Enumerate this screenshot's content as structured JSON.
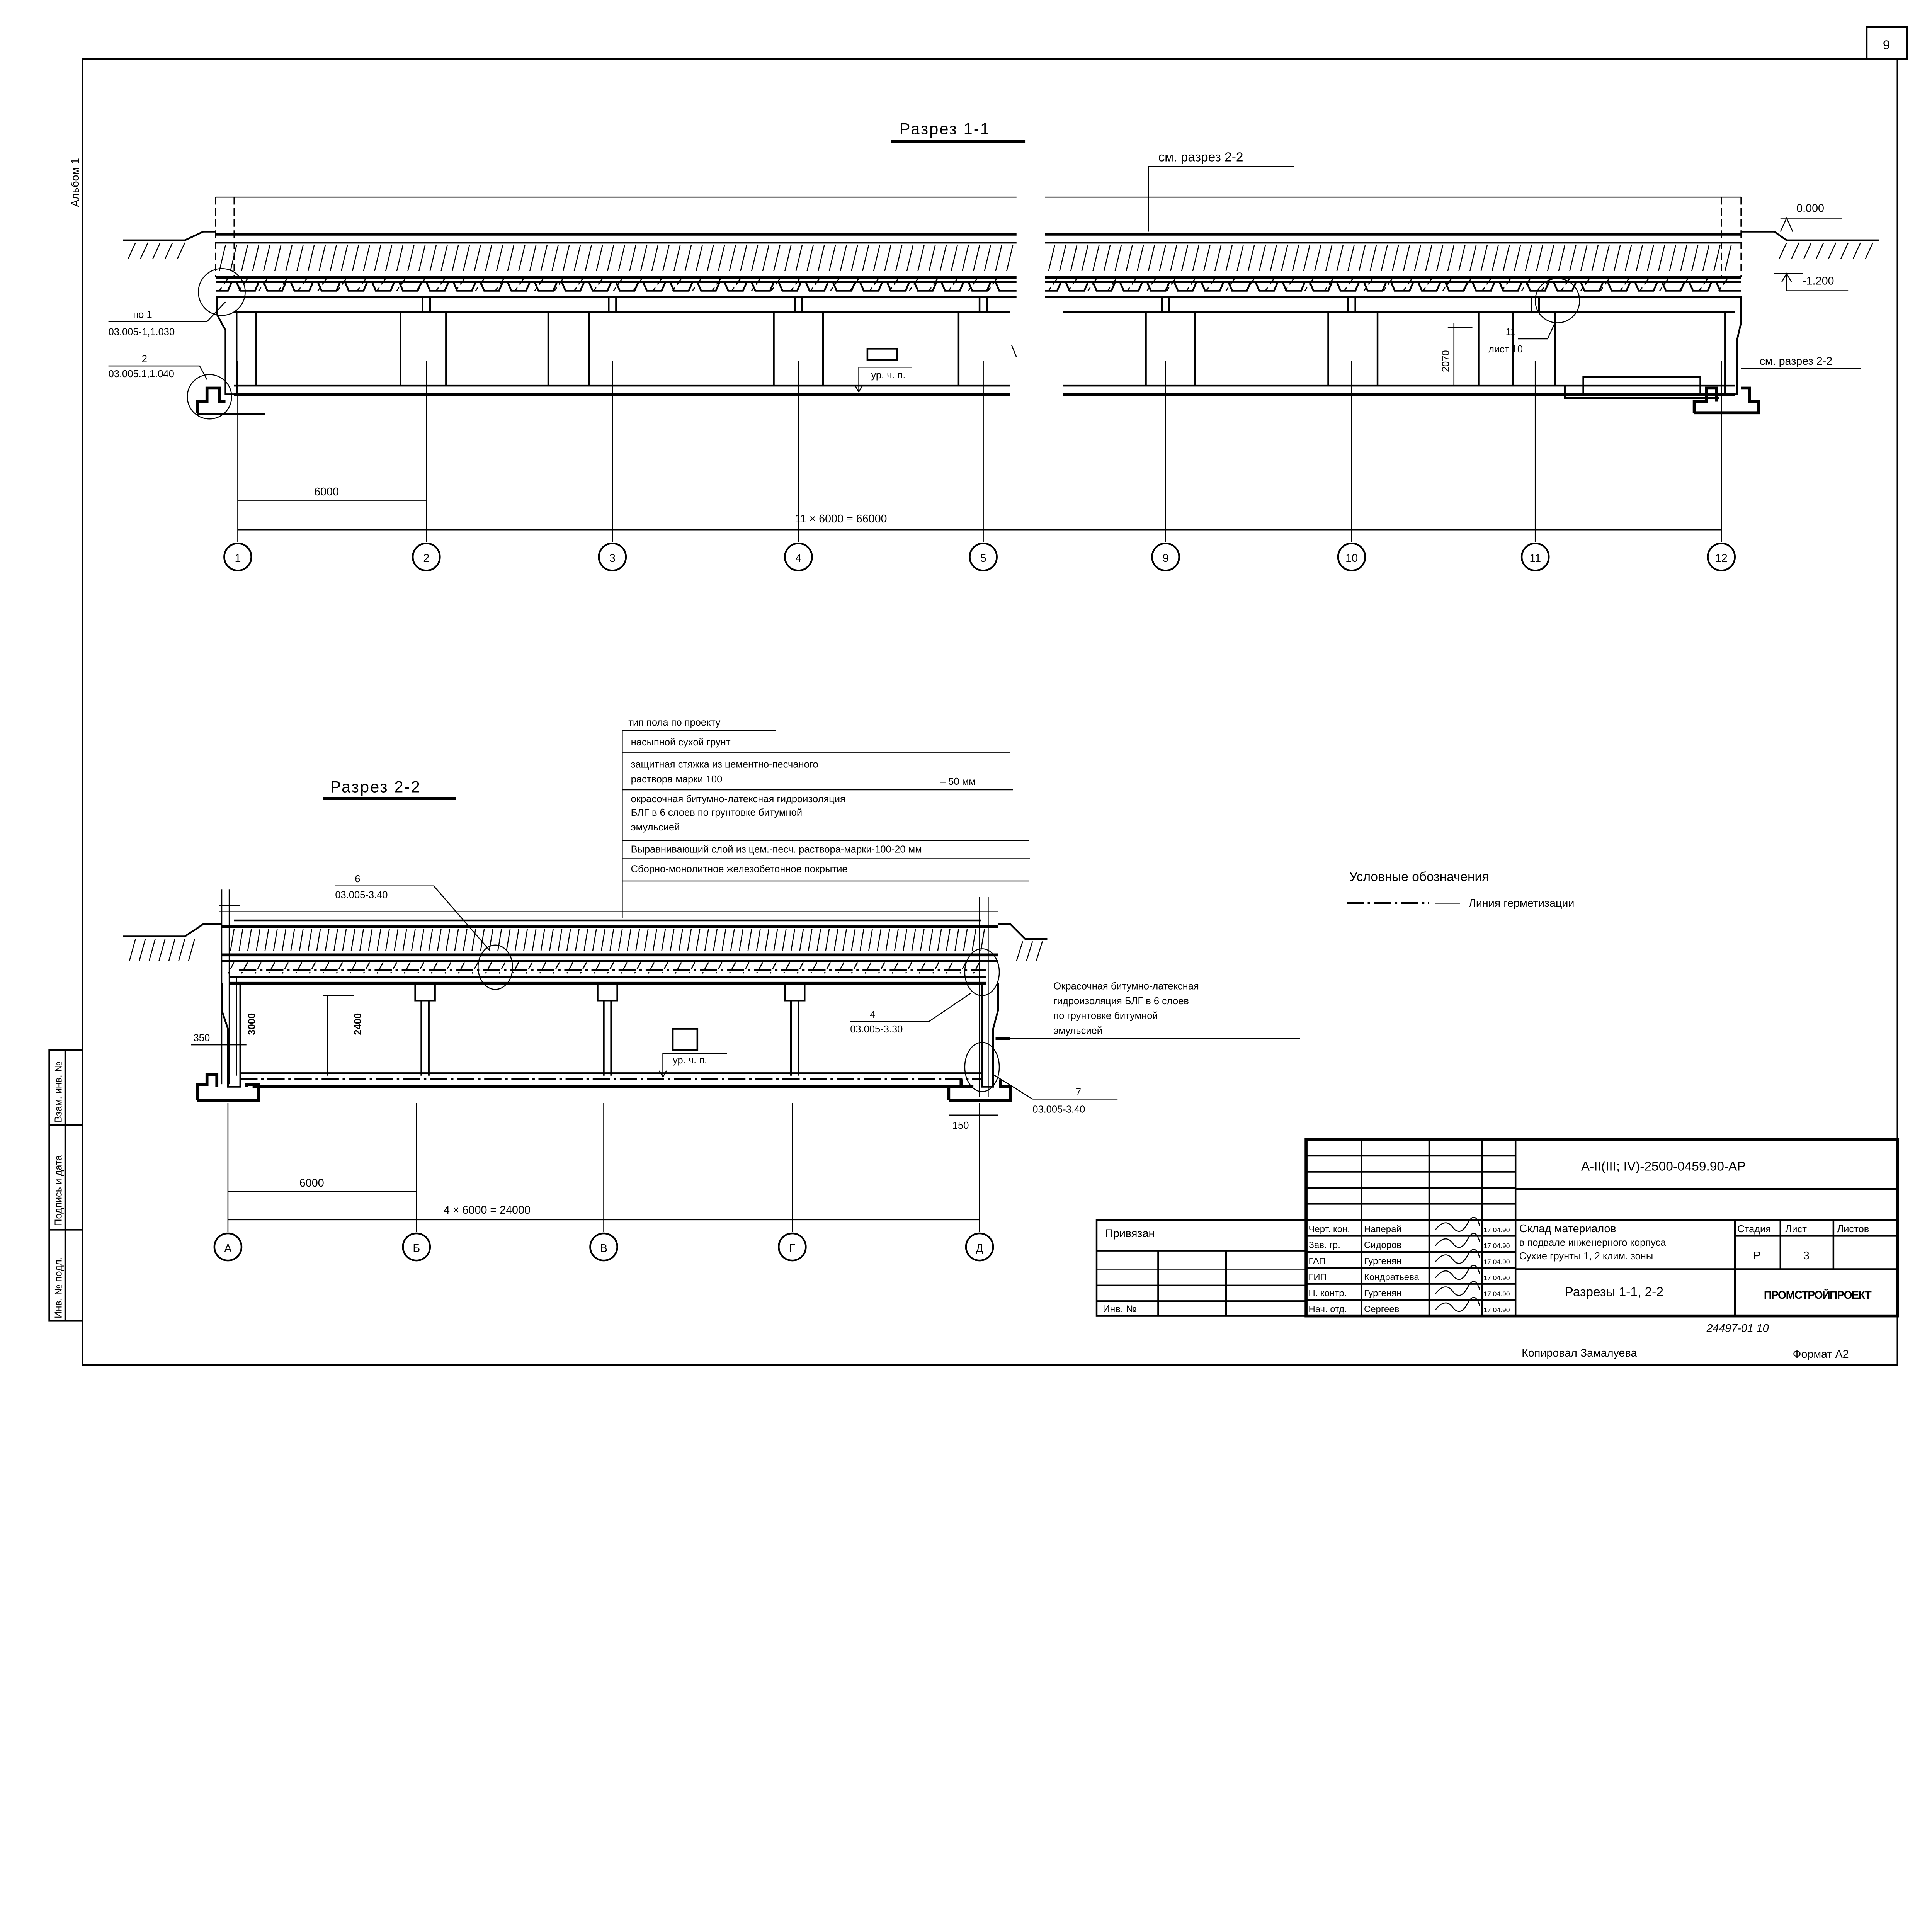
{
  "sheet_number": "9",
  "album": "Альбом 1",
  "section_1": {
    "title": "Разрез 1-1",
    "see_section_top": "см. разрез 2-2",
    "see_section_right": "см. разрез 2-2",
    "elevation_ground": "0.000",
    "elevation_slab": "-1.200",
    "callout_1_num": "по 1",
    "callout_1_ref": "03.005-1,1.030",
    "callout_2_num": "2",
    "callout_2_ref": "03.005.1,1.040",
    "callout_11_num": "11",
    "callout_11_ref": "лист 10",
    "height_dim": "2070",
    "floor_level": "ур. ч. п.",
    "dim_bay": "6000",
    "dim_total": "11 × 6000 = 66000",
    "axes": [
      "1",
      "2",
      "3",
      "4",
      "5",
      "9",
      "10",
      "11",
      "12"
    ]
  },
  "section_2": {
    "title": "Разрез 2-2",
    "callout_6_num": "6",
    "callout_6_ref": "03.005-3.40",
    "callout_4_num": "4",
    "callout_4_ref": "03.005-3.30",
    "callout_7_num": "7",
    "callout_7_ref": "03.005-3.40",
    "dim_350": "350",
    "dim_3000": "3000",
    "dim_2400": "2400",
    "dim_150": "150",
    "floor_level": "ур. ч. п.",
    "dim_bay": "6000",
    "dim_total": "4 × 6000 = 24000",
    "axes": [
      "А",
      "Б",
      "В",
      "Г",
      "Д"
    ],
    "waterproofing_note": [
      "Окрасочная битумно-латексная",
      "гидроизоляция БЛГ в 6 слоев",
      "по грунтовке битумной",
      "эмульсией"
    ]
  },
  "floor_layers": {
    "header": "тип пола по проекту",
    "layers": [
      {
        "lines": [
          "насыпной сухой грунт"
        ]
      },
      {
        "lines": [
          "защитная стяжка из цементно-песчаного",
          "раствора марки 100"
        ],
        "thickness": "– 50 мм"
      },
      {
        "lines": [
          "окрасочная битумно-латексная гидроизоляция",
          "БЛГ в 6 слоев по грунтовке битумной",
          "эмульсией"
        ]
      },
      {
        "lines": [
          "Выравнивающий слой из цем.-песч. раствора-марки-100-20 мм"
        ]
      },
      {
        "lines": [
          "Сборно-монолитное железобетонное покрытие"
        ]
      }
    ]
  },
  "legend": {
    "title": "Условные обозначения",
    "item": "Линия герметизации"
  },
  "side_stamp": [
    "Инв. № подл.",
    "Подпись и дата",
    "Взам. инв. №"
  ],
  "binding_block": {
    "label": "Привязан",
    "inv_label": "Инв. №"
  },
  "title_block": {
    "code": "А-II(III; IV)-2500-0459.90-АР",
    "staff": [
      {
        "role": "Черт. кон.",
        "name": "Наперай",
        "date": "17.04.90"
      },
      {
        "role": "Зав. гр.",
        "name": "Сидоров",
        "date": "17.04.90"
      },
      {
        "role": "ГАП",
        "name": "Гургенян",
        "date": "17.04.90"
      },
      {
        "role": "ГИП",
        "name": "Кондратьева",
        "date": "17.04.90"
      },
      {
        "role": "Н. контр.",
        "name": "Гургенян",
        "date": "17.04.90"
      },
      {
        "role": "Нач. отд.",
        "name": "Сергеев",
        "date": "17.04.90"
      }
    ],
    "project_name": [
      "Склад материалов",
      "в подвале инженерного корпуса",
      "Сухие грунты 1, 2 клим. зоны"
    ],
    "stage_header": "Стадия",
    "sheet_header": "Лист",
    "sheets_header": "Листов",
    "stage": "Р",
    "sheet": "3",
    "sheets": "",
    "drawing_title": "Разрезы 1-1, 2-2",
    "organization": "ПРОМСТРОЙПРОЕКТ"
  },
  "footer": {
    "archive_number": "24497-01  10",
    "copied_by": "Копировал Замалуева",
    "format": "Формат А2"
  }
}
